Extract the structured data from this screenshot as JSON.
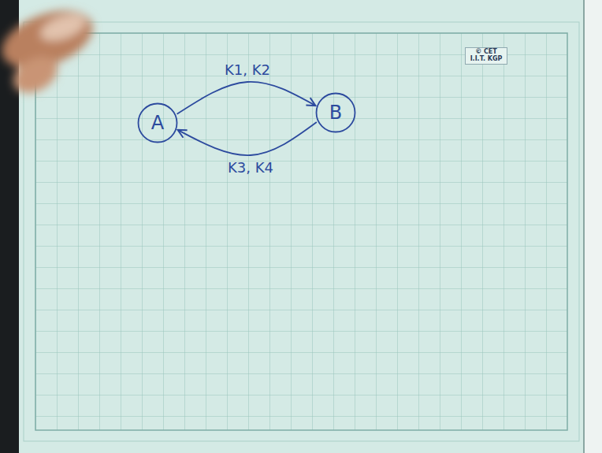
{
  "diagram": {
    "nodes": [
      {
        "text": [
          "A"
        ]
      },
      {
        "text": [
          "B"
        ]
      }
    ],
    "edges": [
      {
        "from": 0,
        "to": 1,
        "arrow": "to",
        "label": "K1, K2"
      },
      {
        "from": 1,
        "to": 0,
        "arrow": "to",
        "label": "K3, K4"
      }
    ],
    "labels": [
      "© CET I.I.T. KGP"
    ]
  }
}
